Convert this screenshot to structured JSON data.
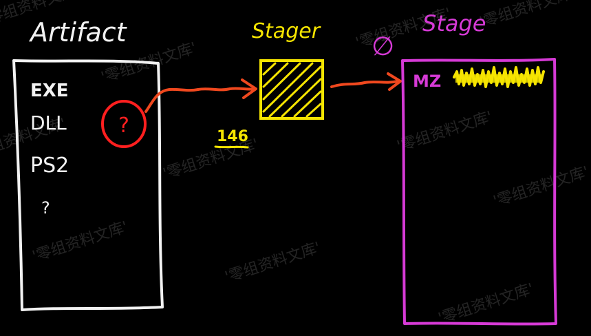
{
  "colors": {
    "background": "#000000",
    "artifact": "#f2f2f2",
    "stager": "#f5e400",
    "stage": "#d63ad6",
    "arrow": "#f0481e",
    "question_circle": "#ff1f1f"
  },
  "artifact": {
    "title": "Artifact",
    "items": [
      "EXE",
      "DLL",
      "PS2",
      "?"
    ],
    "unknown_marker": "?"
  },
  "stager": {
    "title": "Stager",
    "size_label": "146"
  },
  "stage": {
    "title": "Stage",
    "null_symbol": "∅",
    "header": "MZ"
  },
  "watermark": {
    "text": "'零组资料文库'"
  }
}
